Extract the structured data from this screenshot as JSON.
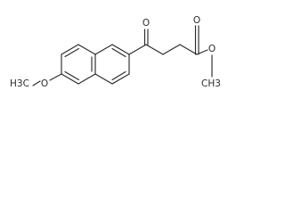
{
  "molecule": {
    "atoms": {
      "ketone_o": "O",
      "ester_carbonyl_o": "O",
      "ester_o": "O",
      "ester_methyl": "CH3",
      "ether_o": "O",
      "ether_methyl": "H3C"
    }
  }
}
